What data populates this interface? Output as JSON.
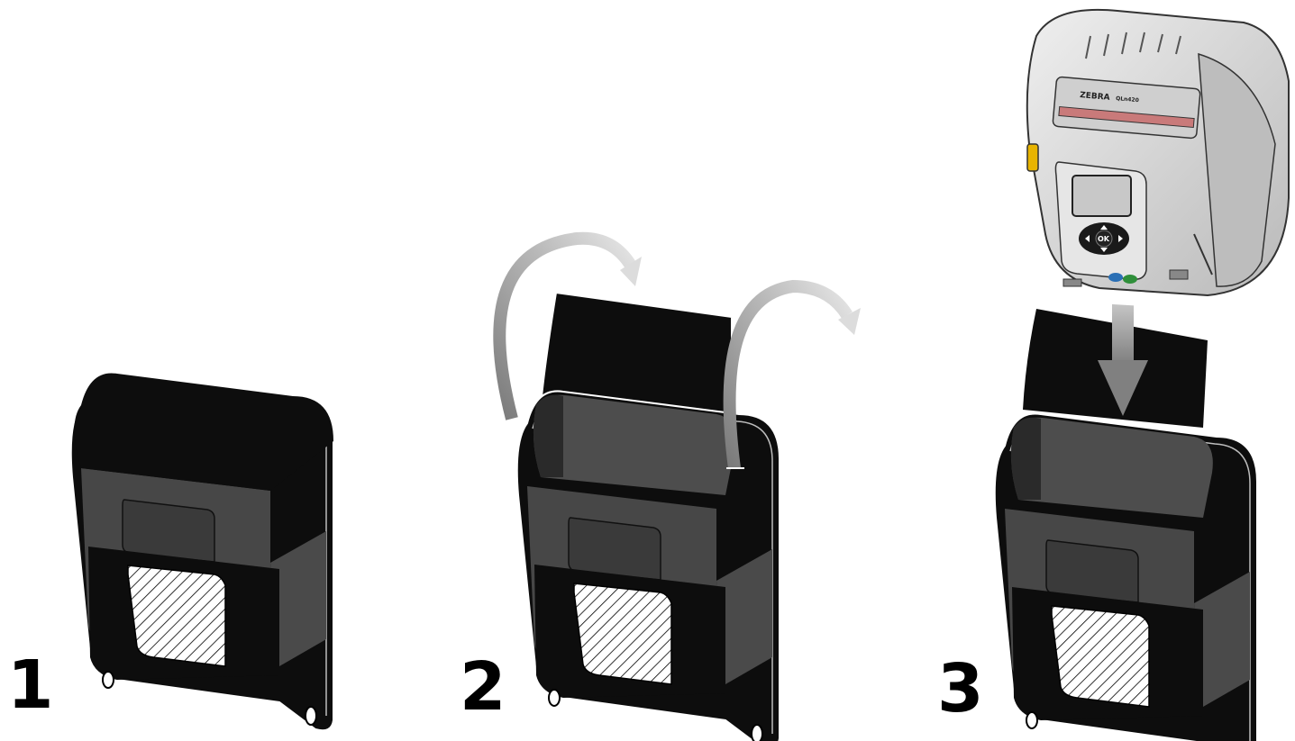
{
  "steps": [
    {
      "number": "1"
    },
    {
      "number": "2"
    },
    {
      "number": "3"
    }
  ],
  "printer": {
    "brand_text": "ZEBRA",
    "model_text": "QLn420",
    "ok_key": "OK"
  },
  "colors": {
    "case_black": "#0d0d0d",
    "case_gray": "#4a4a4a",
    "arrow_gray": "#8c8c8c",
    "printer_light": "#d6d6d6",
    "release_latch": "#e8b400"
  },
  "icons": {
    "flip_arrow": "curved-arrow-icon",
    "insert_arrow": "down-arrow-icon"
  }
}
